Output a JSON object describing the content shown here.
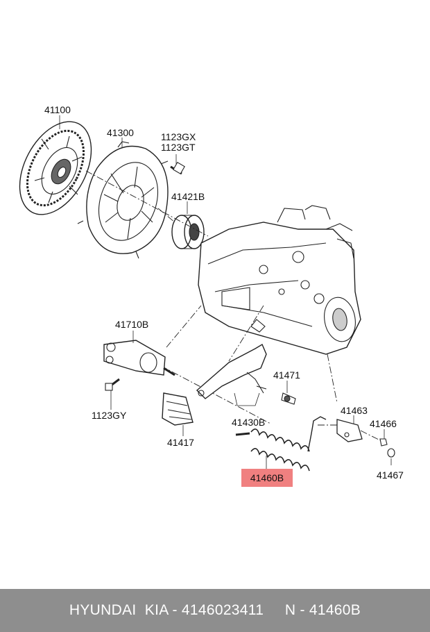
{
  "labels": {
    "p41100": "41100",
    "p41300": "41300",
    "p1123GX": "1123GX",
    "p1123GT": "1123GT",
    "p41421B": "41421B",
    "p41710B": "41710B",
    "p1123GY": "1123GY",
    "p41417": "41417",
    "p41471": "41471",
    "p41430B": "41430B",
    "p41463": "41463",
    "p41466": "41466",
    "p41467": "41467",
    "p41460B": "41460B"
  },
  "highlight": {
    "label": "41460B",
    "color": "#f08080"
  },
  "footer": {
    "brand": "HYUNDAI  KIA",
    "part_number": "4146023411",
    "ref": "41460B",
    "text": "HYUNDAI  KIA - 4146023411     N - 41460B",
    "background": "#8e8e8e"
  }
}
